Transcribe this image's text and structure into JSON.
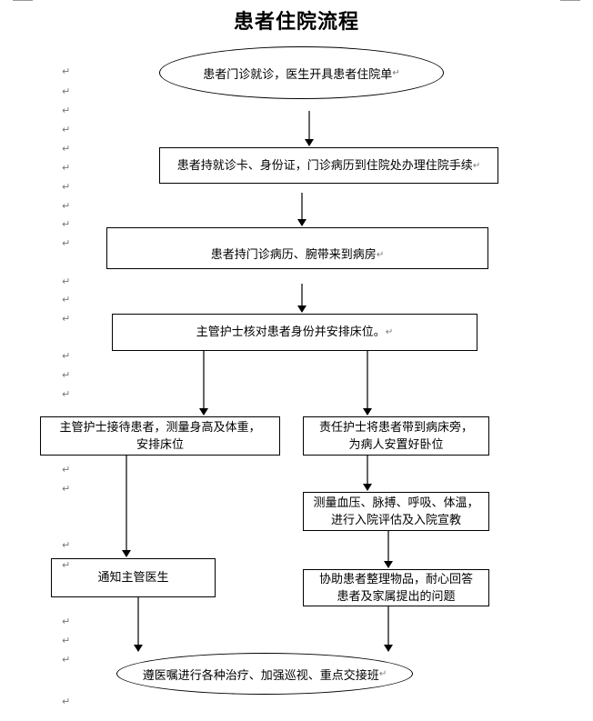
{
  "title": "患者住院流程",
  "steps": {
    "start": "患者门诊就诊，医生开具患者住院单",
    "step_admission": "患者持就诊卡、身份证，门诊病历到住院处办理住院手续",
    "step_ward": "患者持门诊病历、腕带来到病房",
    "step_verify": "主管护士核对患者身份并安排床位。",
    "left_receive_line1": "主管护士接待患者，测量身高及体重，",
    "left_receive_line2": "安排床位",
    "right_bedside_line1": "责任护士将患者带到病床旁，",
    "right_bedside_line2": "为病人安置好卧位",
    "right_vitals_line1": "测量血压、脉搏、呼吸、体温，",
    "right_vitals_line2": "进行入院评估及入院宣教",
    "left_notify": "通知主管医生",
    "right_assist_line1": "协助患者整理物品，耐心回答",
    "right_assist_line2": "患者及家属提出的问题",
    "end": "遵医嘱进行各种治疗、加强巡视、重点交接班"
  },
  "paragraph_mark": "↵"
}
